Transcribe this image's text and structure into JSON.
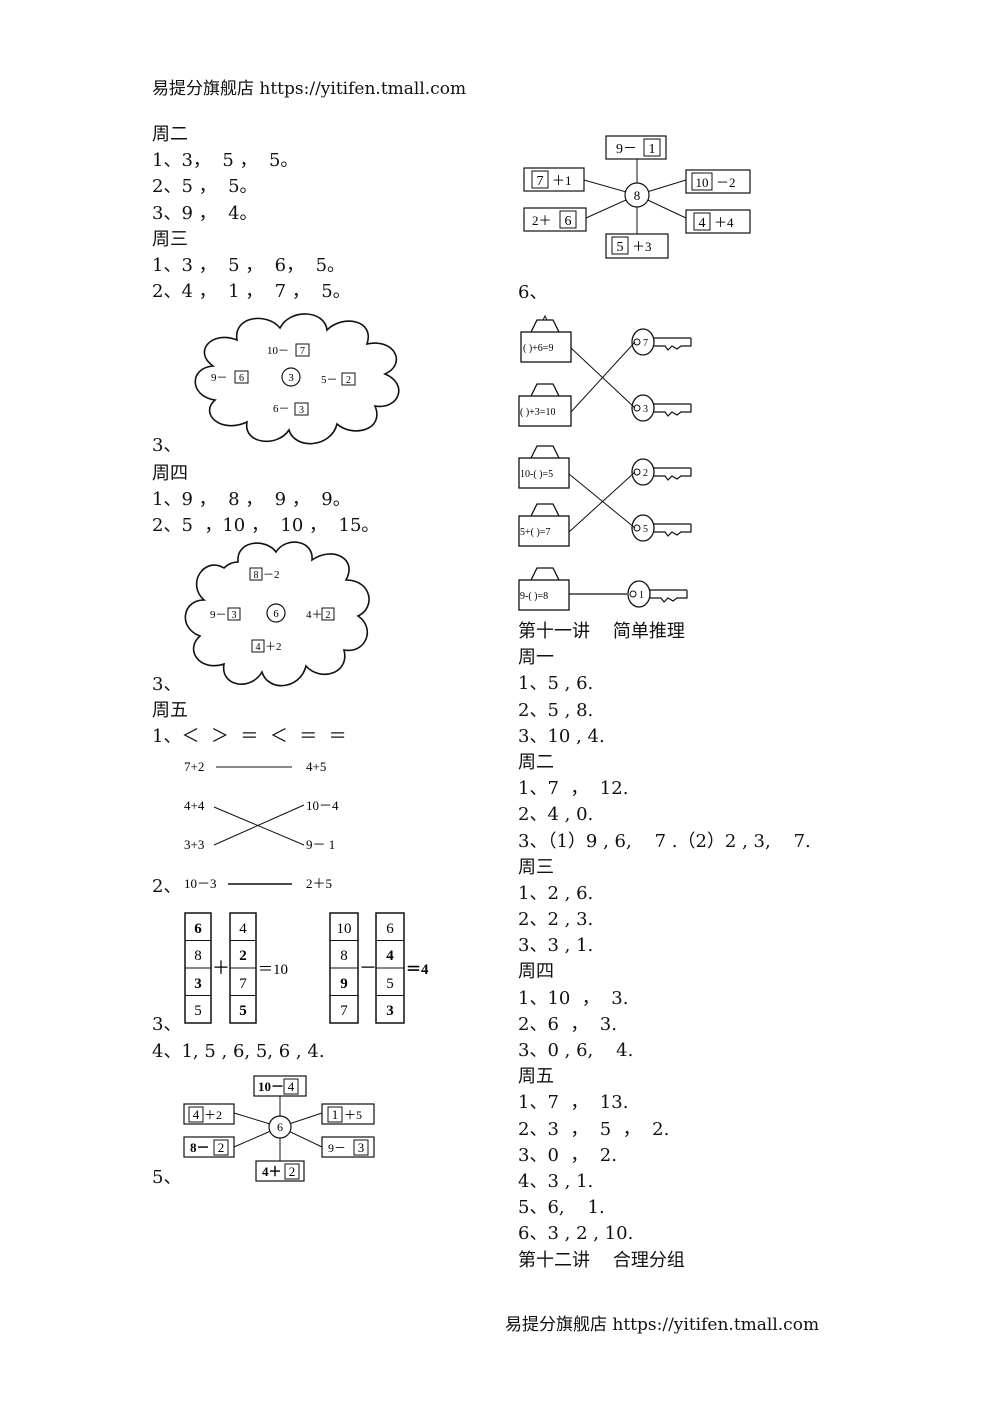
{
  "header": {
    "top": "易提分旗舰店  https://yitifen.tmall.com",
    "bottom": "易提分旗舰店  https://yitifen.tmall.com"
  },
  "left": {
    "zhou2": {
      "title": "周二",
      "l1": "1、3，  5 ，  5。",
      "l2": "2、5 ，  5。",
      "l3": "3、9 ，  4。"
    },
    "zhou3": {
      "title": "周三",
      "l1": "1、3 ，  5 ，  6，  5。",
      "l2": "2、4 ，  1 ，  7 ，  5。",
      "l3": "3、"
    },
    "zhou4": {
      "title": "周四",
      "l1": "1、9 ，  8 ，  9 ，  9。",
      "l2": "2、5  ，10 ，  10 ，  15。",
      "l3": "3、"
    },
    "zhou5": {
      "title": "周五",
      "l1": "1、＜  ＞  ＝  ＜  ＝  ＝",
      "l2": "2、",
      "l3": "3、",
      "l4": "4、1,   5 , 6,    5,    6 , 4.",
      "l5": "5、"
    }
  },
  "flower1": {
    "center": "3",
    "top": "10－",
    "top_box": "7",
    "left": "9－",
    "left_box": "6",
    "right": "5－",
    "right_box": "2",
    "bottom": "6－",
    "bottom_box": "3"
  },
  "flower2": {
    "center": "6",
    "top_box": "8",
    "top": "－2",
    "left": "9－",
    "left_box": "3",
    "right": "4＋",
    "right_box": "2",
    "bottom_box": "4",
    "bottom": "＋2"
  },
  "match": {
    "a1": "7+2",
    "b1": "4+5",
    "a2": "4+4",
    "b2": "10－4",
    "a3": "3+3",
    "b3": "9－ 1",
    "a4": "10－3",
    "b4": "2＋5"
  },
  "columns": {
    "c1": [
      "6",
      "8",
      "3",
      "5"
    ],
    "plus": "＋",
    "c2": [
      "4",
      "2",
      "7",
      "5"
    ],
    "eq1": "＝10",
    "c3": [
      "10",
      "8",
      "9",
      "7"
    ],
    "minus": "－",
    "c4": [
      "6",
      "4",
      "5",
      "3"
    ],
    "eq2": "＝4"
  },
  "star6": {
    "center": "6",
    "top": "10－",
    "top_box": "4",
    "ul_box": "4",
    "ul": "＋2",
    "ur_box": "1",
    "ur": "＋5",
    "ll": "8－",
    "ll_box": "2",
    "lr": "9－",
    "lr_box": "3",
    "bot": "4＋",
    "bot_box": "2"
  },
  "star8": {
    "center": "8",
    "top": "9－",
    "top_box": "1",
    "ul_box": "7",
    "ul": "＋1",
    "ur_box": "10",
    "ur": "－2",
    "ll": "2＋",
    "ll_box": "6",
    "lr_box": "4",
    "lr": "＋4",
    "bot_box": "5",
    "bot": "＋3"
  },
  "right": {
    "l6": "6、",
    "lec11": "第十一讲    简单推理",
    "z1": {
      "title": "周一",
      "l1": "1、5 , 6.",
      "l2": "2、5 , 8.",
      "l3": "3、10 , 4."
    },
    "z2": {
      "title": "周二",
      "l1": "1、7  ，  12.",
      "l2": "2、4 , 0.",
      "l3": "3、（1）9 , 6,    7 .（2）2 , 3,    7."
    },
    "z3": {
      "title": "周三",
      "l1": "1、2 , 6.",
      "l2": "2、2 , 3.",
      "l3": "3、3 , 1."
    },
    "z4": {
      "title": "周四",
      "l1": "1、10  ，  3.",
      "l2": "2、6  ，  3.",
      "l3": "3、0 , 6,    4."
    },
    "z5": {
      "title": "周五",
      "l1": "1、7  ，  13.",
      "l2": "2、3  ，  5  ，  2.",
      "l3": "3、0  ，  2.",
      "l4": "4、3 , 1.",
      "l5": "5、6,    1.",
      "l6": "6、3 , 2 , 10."
    },
    "lec12": "第十二讲    合理分组"
  },
  "keys": {
    "bag1": "(   )+6=9",
    "key1": "7",
    "bag2": "(   )+3=10",
    "key2": "3",
    "bag3": "10-(   )=5",
    "key3": "2",
    "bag4": "5+(   )=7",
    "key4": "5",
    "bag5": "9-(   )=8",
    "key5": "1"
  }
}
